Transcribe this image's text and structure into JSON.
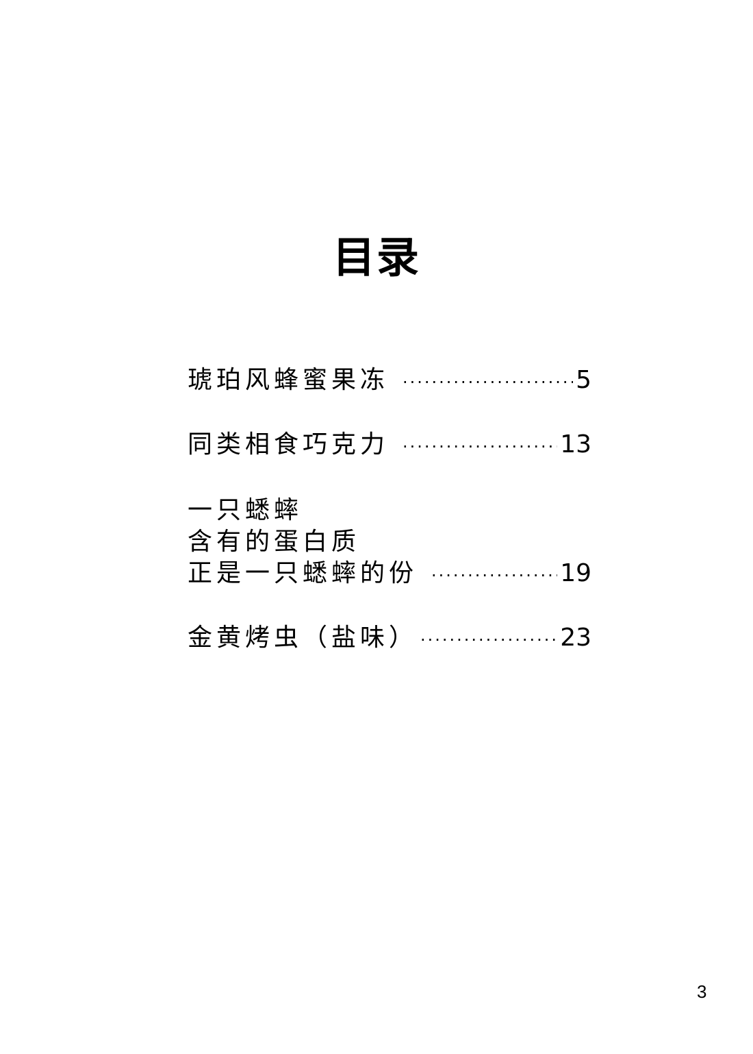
{
  "title": "目录",
  "toc": [
    {
      "lines": [
        "琥珀风蜂蜜果冻"
      ],
      "page": "5"
    },
    {
      "lines": [
        "同类相食巧克力"
      ],
      "page": "13"
    },
    {
      "lines": [
        "一只蟋蟀",
        "含有的蛋白质",
        "正是一只蟋蟀的份"
      ],
      "page": "19"
    },
    {
      "lines": [
        "金黄烤虫（盐味）"
      ],
      "page": "23"
    }
  ],
  "page_number": "3"
}
